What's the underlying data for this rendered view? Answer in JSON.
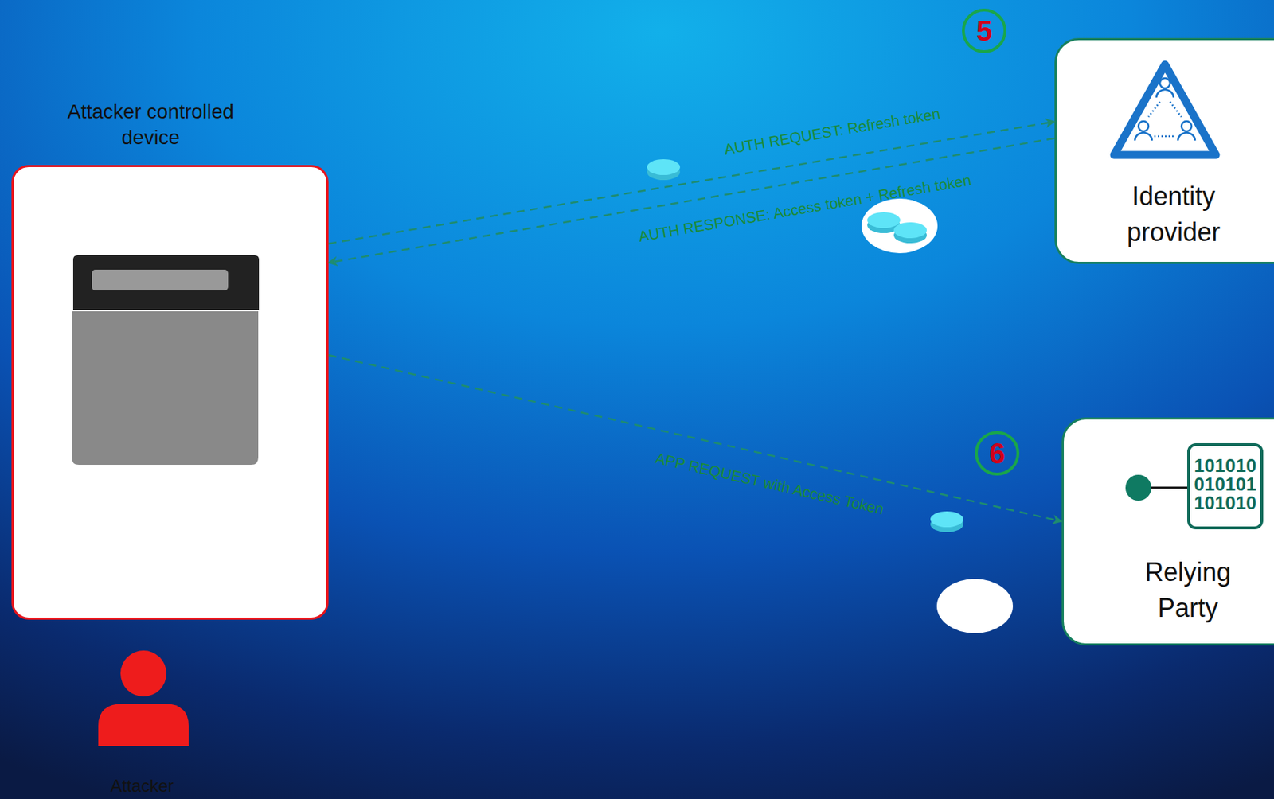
{
  "diagram": {
    "nodes": [
      {
        "text": [
          "Attacker controlled device"
        ]
      },
      {
        "text": [
          "Identity provider"
        ]
      },
      {
        "text": [
          "Relying Party"
        ]
      }
    ],
    "edges": [
      {
        "from": 0,
        "to": 1,
        "label": "AUTH REQUEST: Refresh token",
        "arrow": "to"
      },
      {
        "from": 1,
        "to": 0,
        "label": "AUTH RESPONSE: Access token + Refresh token",
        "arrow": "to"
      },
      {
        "from": 0,
        "to": 2,
        "label": "APP REQUEST with Access Token",
        "arrow": "to"
      }
    ],
    "labels": [
      "5",
      "6",
      "101010",
      "010101",
      "101010",
      "Attacker"
    ]
  }
}
